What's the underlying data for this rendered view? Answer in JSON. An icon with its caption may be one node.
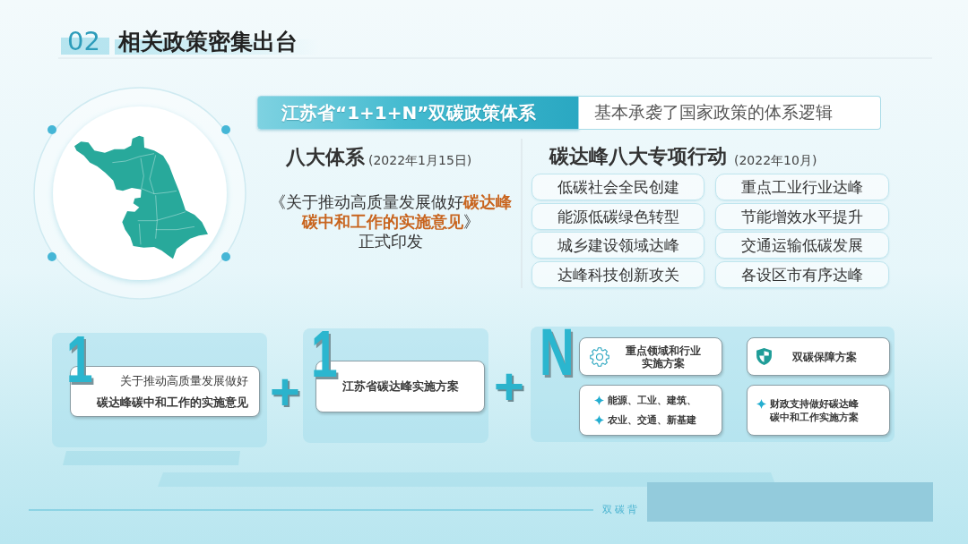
{
  "diagram": {
    "title": "相关政策密集出台",
    "nodes": [
      {
        "text": [
          "江苏省“1+1+N”双碳政策体系"
        ]
      },
      {
        "text": [
          "基本承袭了国家政策的体系逻辑"
        ]
      },
      {
        "text": [
          "低碳社会全民创建"
        ]
      },
      {
        "text": [
          "重点工业行业达峰"
        ]
      },
      {
        "text": [
          "能源低碳绿色转型"
        ]
      },
      {
        "text": [
          "节能增效水平提升"
        ]
      },
      {
        "text": [
          "城乡建设领域达峰"
        ]
      },
      {
        "text": [
          "交通运输低碳发展"
        ]
      },
      {
        "text": [
          "达峰科技创新攻关"
        ]
      },
      {
        "text": [
          "各设区市有序达峰"
        ]
      },
      {
        "text": [
          "1"
        ]
      },
      {
        "text": [
          "关于推动高质量发展做好",
          "碳达峰碳中和工作的实施意见"
        ],
        "in": 10
      },
      {
        "text": [
          "1"
        ]
      },
      {
        "text": [
          "江苏省碳达峰实施方案"
        ],
        "in": 12
      },
      {
        "text": [
          "N"
        ]
      },
      {
        "text": [
          "重点领域和行业实施方案"
        ],
        "in": 14
      },
      {
        "text": [
          "双碳保障方案"
        ],
        "in": 14
      },
      {
        "text": [
          "能源、工业、建筑、",
          "农业、交通、新基建"
        ],
        "in": 14
      },
      {
        "text": [
          "财政支持做好碳达峰碳中和工作实施方案"
        ],
        "in": 14
      }
    ],
    "labels": [
      "02",
      "八大体系",
      "(2022年1月15日)",
      "《关于推动高质量发展做好**碳达峰碳中和工作的实施意见**》",
      "正式印发",
      "碳达峰八大专项行动",
      "(2022年10月)",
      "+",
      "+",
      "双碳背"
    ]
  }
}
